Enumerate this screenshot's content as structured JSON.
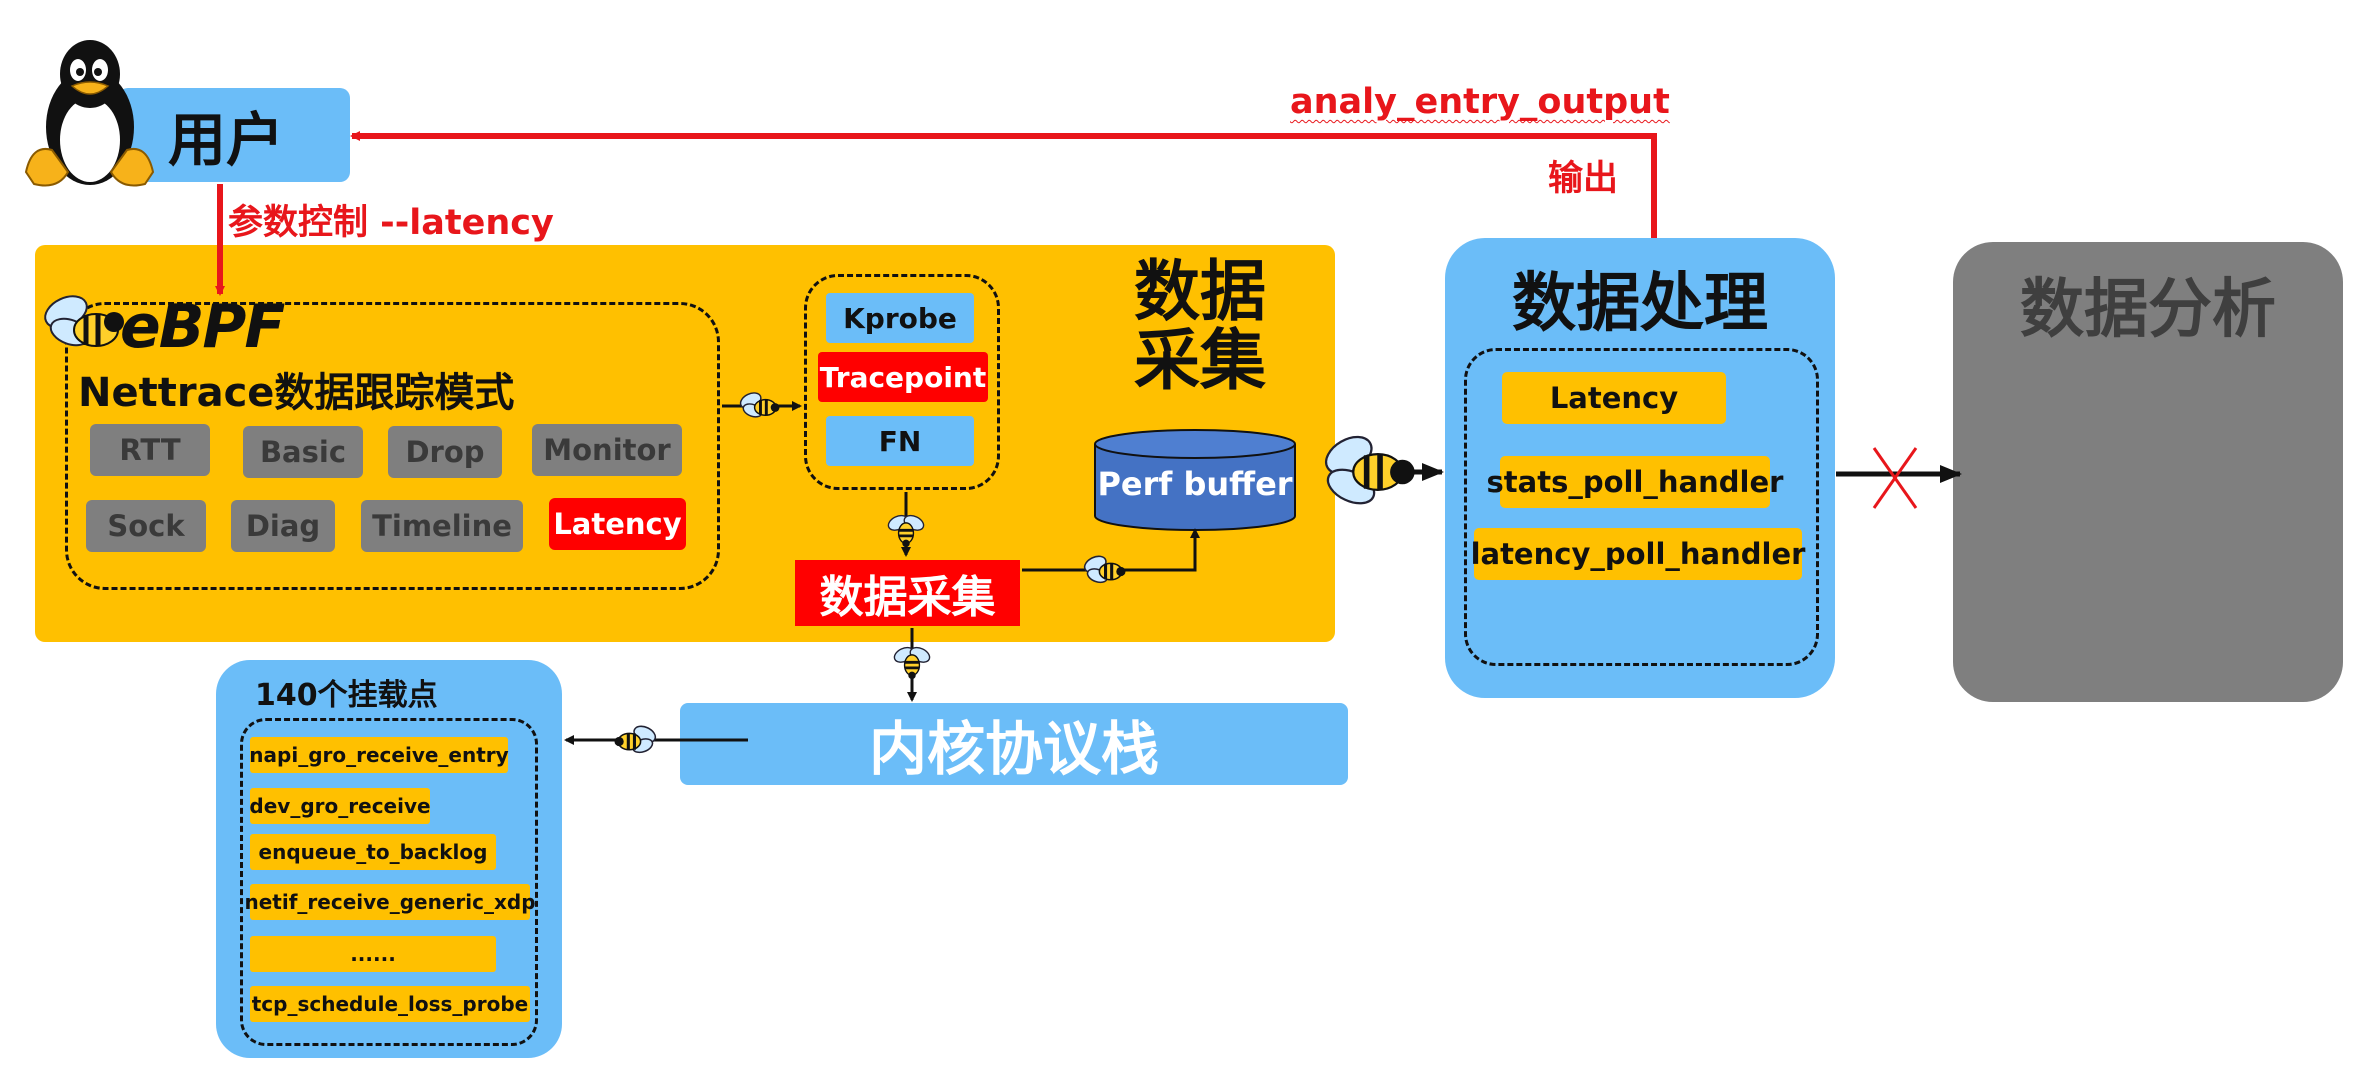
{
  "user": {
    "label": "用户"
  },
  "param_label": "参数控制 --latency",
  "output": {
    "name": "analy_entry_output",
    "label": "输出"
  },
  "ebpf": {
    "logo_text": "eBPF",
    "title": "Nettrace数据跟踪模式",
    "modes": [
      "RTT",
      "Basic",
      "Drop",
      "Monitor",
      "Sock",
      "Diag",
      "Timeline",
      "Latency"
    ],
    "active_mode": "Latency",
    "probes": [
      "Kprobe",
      "Tracepoint",
      "FN"
    ],
    "collect_big": [
      "数据",
      "采集"
    ],
    "perf_buffer": "Perf buffer",
    "collect_box": "数据采集"
  },
  "kernel_stack": "内核协议栈",
  "hooks": {
    "title": "140个挂载点",
    "items": [
      "napi_gro_receive_entry",
      "dev_gro_receive",
      "enqueue_to_backlog",
      "netif_receive_generic_xdp",
      "......",
      "tcp_schedule_loss_probe"
    ]
  },
  "processing": {
    "title": "数据处理",
    "items": [
      "Latency",
      "stats_poll_handler",
      "latency_poll_handler"
    ]
  },
  "analysis": {
    "title": "数据分析"
  },
  "colors": {
    "red": "#e8161b",
    "yellow": "#ffc000",
    "blue": "#6bbdf8",
    "gray": "#7f7f7f",
    "perf_blue": "#4472c4"
  },
  "icons": [
    "tux-penguin-icon",
    "bee-icon",
    "cross-mark-icon"
  ]
}
